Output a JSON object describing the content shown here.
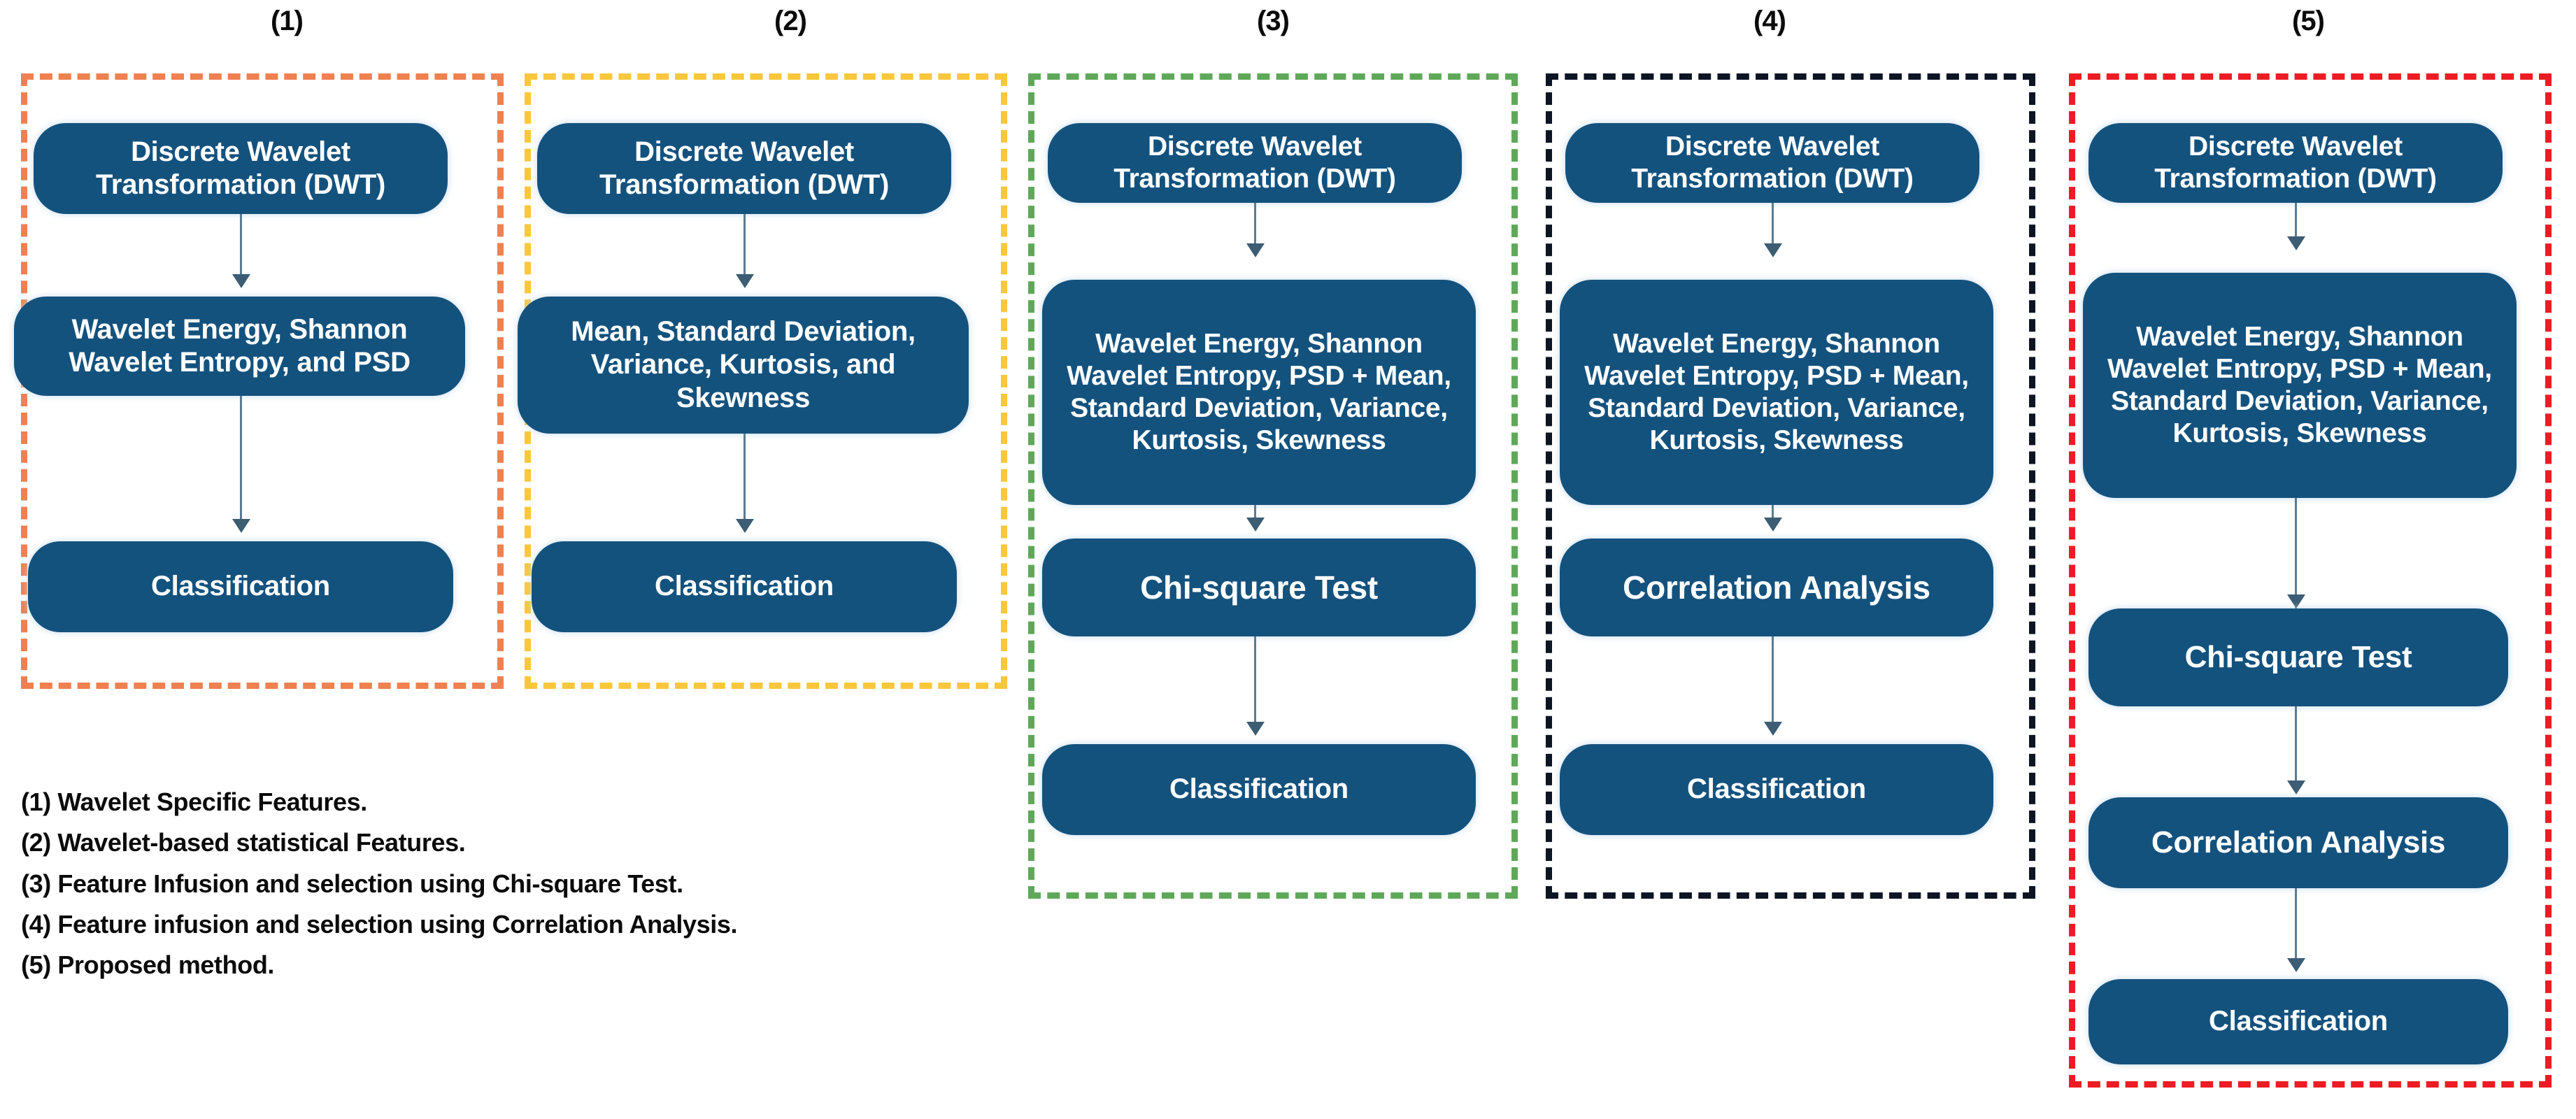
{
  "figure": {
    "background": "#ffffff",
    "node_fill": "#14527e",
    "node_text_color": "#ffffff",
    "connector_color": "#5b7c93"
  },
  "columns": [
    {
      "label": "(1)",
      "frame_color": "#ef8050",
      "nodes": [
        {
          "text": "Discrete Wavelet Transformation (DWT)"
        },
        {
          "text": "Wavelet Energy, Shannon Wavelet Entropy, and PSD"
        },
        {
          "text": "Classification"
        }
      ]
    },
    {
      "label": "(2)",
      "frame_color": "#f8c73c",
      "nodes": [
        {
          "text": "Discrete Wavelet Transformation (DWT)"
        },
        {
          "text": "Mean, Standard Deviation, Variance, Kurtosis, and Skewness"
        },
        {
          "text": "Classification"
        }
      ]
    },
    {
      "label": "(3)",
      "frame_color": "#5fa85a",
      "nodes": [
        {
          "text": "Discrete Wavelet Transformation (DWT)"
        },
        {
          "text": "Wavelet Energy, Shannon Wavelet Entropy, PSD + Mean, Standard Deviation, Variance, Kurtosis, Skewness"
        },
        {
          "text": "Chi-square Test"
        },
        {
          "text": "Classification"
        }
      ]
    },
    {
      "label": "(4)",
      "frame_color": "#0d1424",
      "nodes": [
        {
          "text": "Discrete Wavelet Transformation (DWT)"
        },
        {
          "text": "Wavelet Energy, Shannon Wavelet Entropy, PSD + Mean, Standard Deviation, Variance, Kurtosis, Skewness"
        },
        {
          "text": "Correlation Analysis"
        },
        {
          "text": "Classification"
        }
      ]
    },
    {
      "label": "(5)",
      "frame_color": "#ed1c24",
      "nodes": [
        {
          "text": "Discrete Wavelet Transformation (DWT)"
        },
        {
          "text": "Wavelet Energy, Shannon Wavelet Entropy, PSD + Mean, Standard Deviation, Variance, Kurtosis, Skewness"
        },
        {
          "text": "Chi-square Test"
        },
        {
          "text": "Correlation Analysis"
        },
        {
          "text": "Classification"
        }
      ]
    }
  ],
  "legend": {
    "lines": [
      "(1) Wavelet Specific Features.",
      "(2) Wavelet-based statistical Features.",
      "(3) Feature Infusion and selection using Chi-square Test.",
      "(4) Feature infusion and selection using Correlation Analysis.",
      "(5) Proposed method."
    ]
  }
}
